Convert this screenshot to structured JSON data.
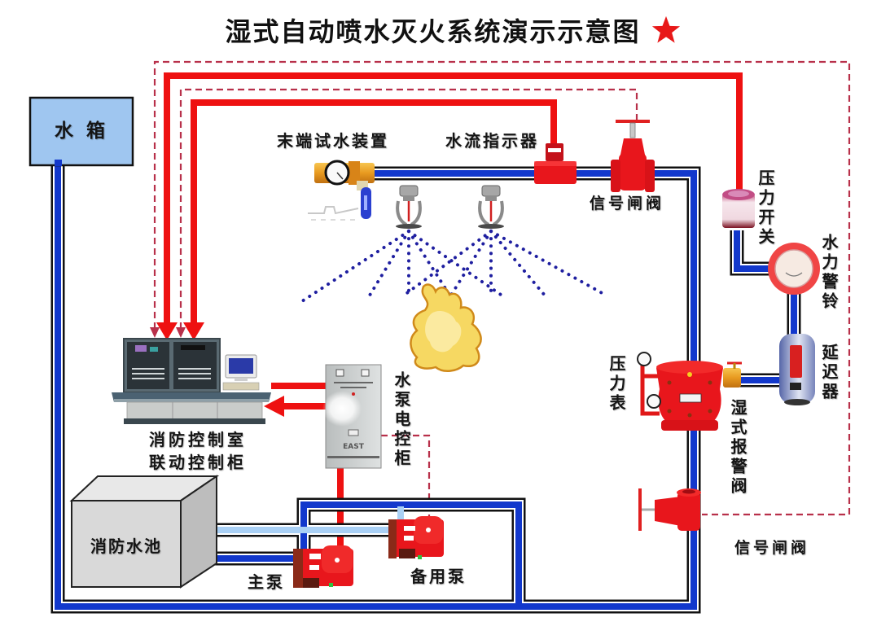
{
  "title": "湿式自动喷水灭火系统演示示意图",
  "title_icon": "star-icon",
  "colors": {
    "pipe": "#1238cc",
    "suction": "#a9d0f5",
    "signal": "#ee1111",
    "dashed": "#b8304a",
    "tank_fill": "#9fc6f0",
    "equipment_red": "#e8161c",
    "star": "#e81818"
  },
  "components": {
    "water_tank": {
      "label": "水 箱"
    },
    "terminal_test_device": {
      "label": "末端试水装置"
    },
    "water_flow_indicator": {
      "label": "水流指示器"
    },
    "signal_gate_valve_top": {
      "label": "信号闸阀"
    },
    "pressure_switch": {
      "label": "压力开关"
    },
    "water_motor_alarm_bell": {
      "label": "水力警铃"
    },
    "retard_chamber": {
      "label": "延迟器"
    },
    "pressure_gauge": {
      "label": "压力表"
    },
    "wet_alarm_valve": {
      "label": "湿式报警阀"
    },
    "signal_gate_valve_bottom": {
      "label": "信号闸阀"
    },
    "pump_control_cabinet": {
      "label": "水泵电控柜",
      "brand": "EAST"
    },
    "fire_control_room": {
      "label_line1": "消防控制室",
      "label_line2": "联动控制柜"
    },
    "fire_water_pool": {
      "label": "消防水池"
    },
    "main_pump": {
      "label": "主泵"
    },
    "standby_pump": {
      "label": "备用泵"
    }
  }
}
